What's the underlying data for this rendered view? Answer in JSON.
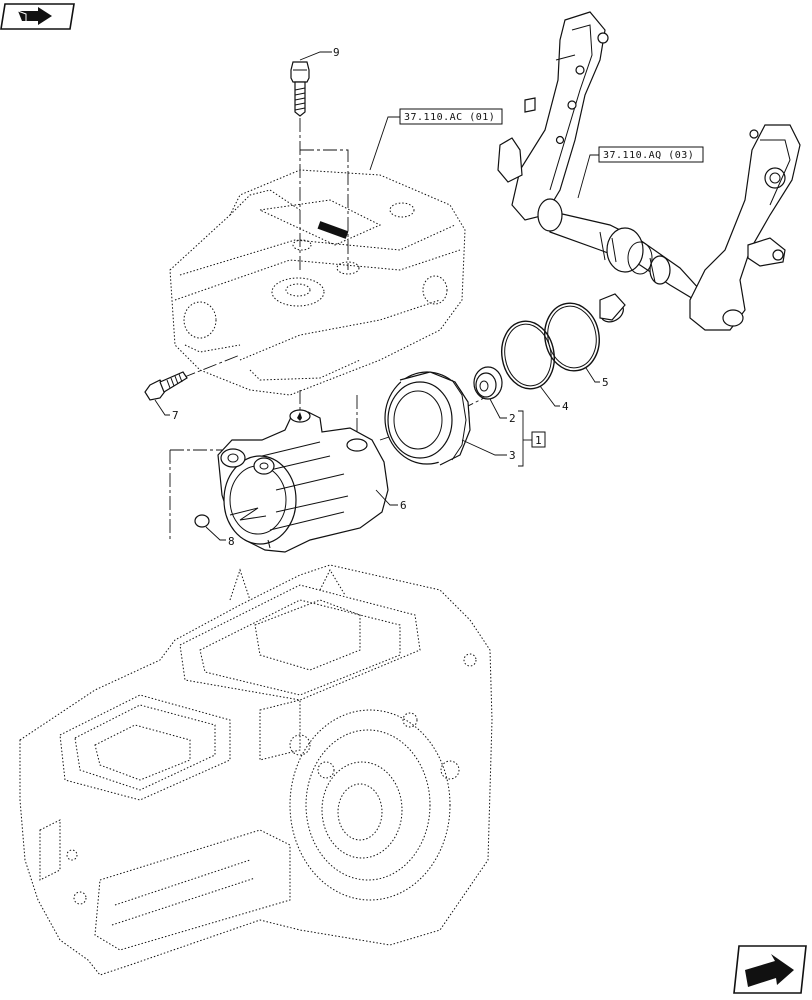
{
  "callouts": {
    "c1": "1",
    "c2": "2",
    "c3": "3",
    "c4": "4",
    "c5": "5",
    "c6": "6",
    "c7": "7",
    "c8": "8",
    "c9": "9"
  },
  "references": {
    "ref_ac": "37.110.AC (01)",
    "ref_aq": "37.110.AQ (03)"
  },
  "nav": {
    "top_left_icon": "previous-page-arrow-icon",
    "bottom_right_icon": "next-page-arrow-icon"
  }
}
